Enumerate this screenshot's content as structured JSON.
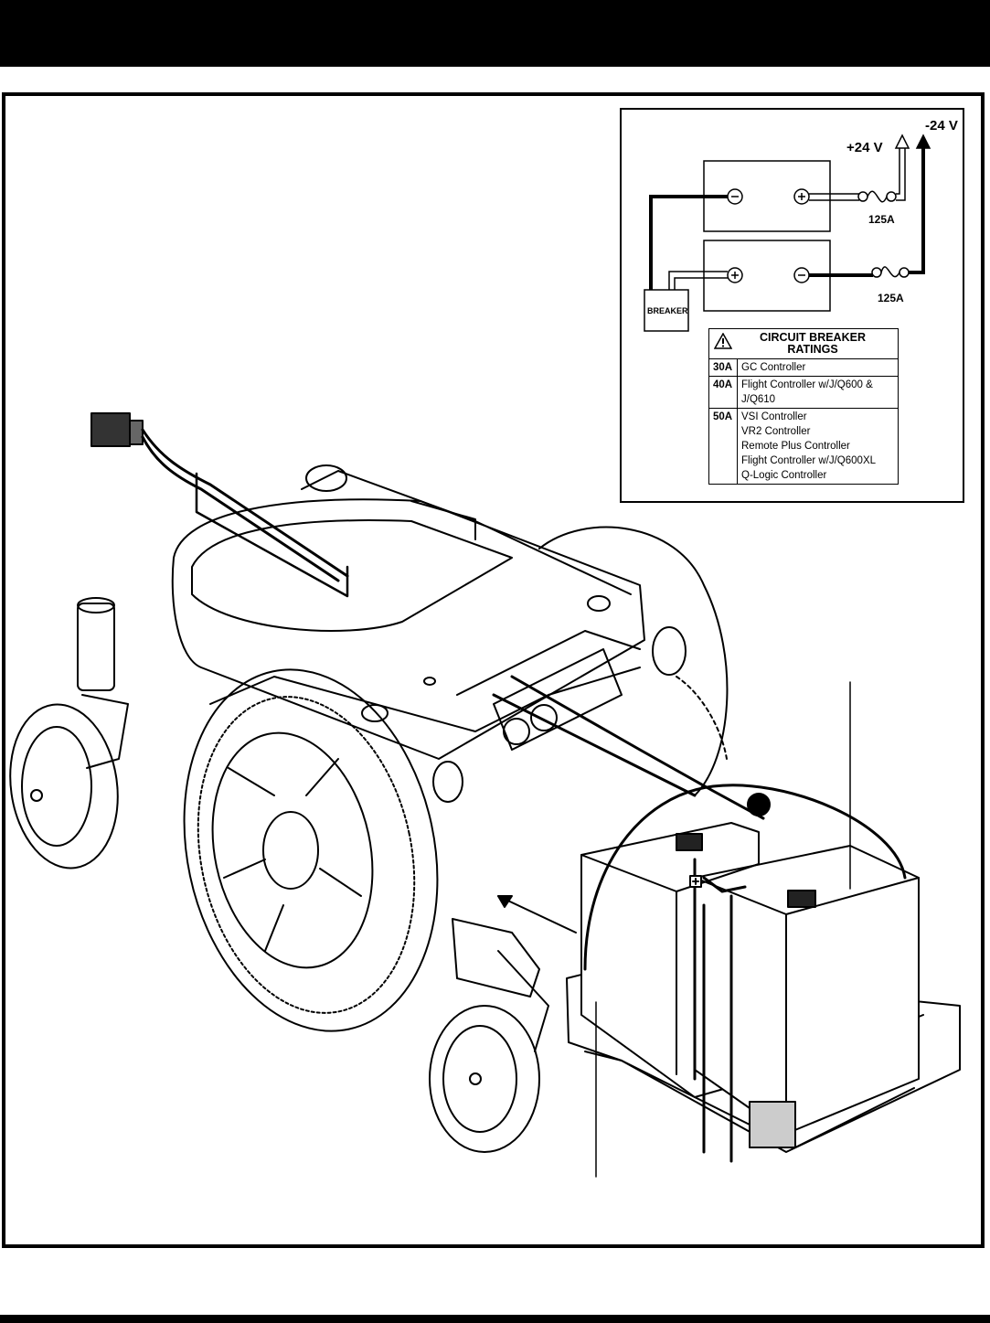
{
  "diagram": {
    "voltages": {
      "positive": "+24 V",
      "negative": "-24 V"
    },
    "fuses": {
      "top": "125A",
      "bottom": "125A"
    },
    "breaker_label": "BREAKER",
    "ratings": {
      "title": "CIRCUIT BREAKER RATINGS",
      "rows": [
        {
          "amps": "30A",
          "controllers": [
            "GC Controller"
          ]
        },
        {
          "amps": "40A",
          "controllers": [
            "Flight Controller w/J/Q600 &",
            "J/Q610"
          ]
        },
        {
          "amps": "50A",
          "controllers": [
            "VSI Controller",
            "VR2 Controller",
            "Remote Plus Controller",
            "Flight Controller w/J/Q600XL",
            "Q-Logic Controller"
          ]
        }
      ]
    },
    "icons": [
      "warning-triangle-icon",
      "battery-terminal-negative-icon",
      "battery-terminal-positive-icon",
      "fuse-icon",
      "arrow-icon"
    ]
  }
}
